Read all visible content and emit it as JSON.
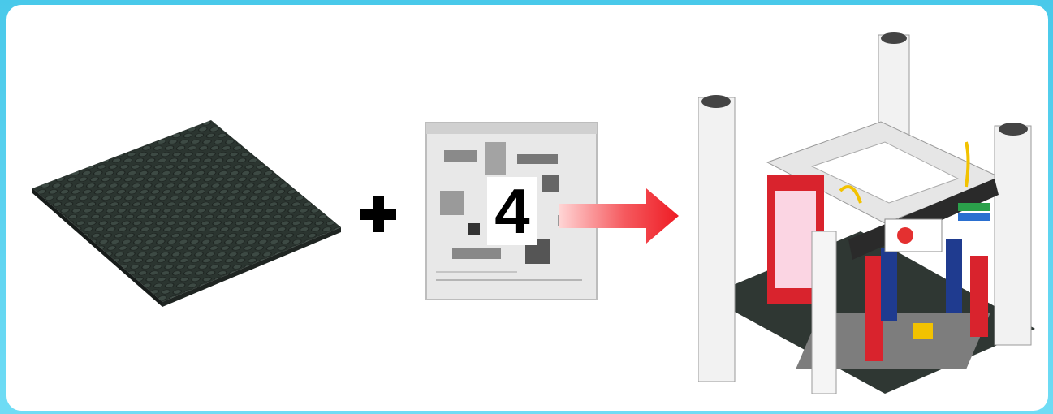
{
  "step": {
    "operator_plus": "+",
    "bag_number": "4"
  },
  "items": {
    "base": "black-baseplate",
    "bag": "parts-bag",
    "result": "car-wash-frame-model"
  },
  "colors": {
    "background": "#5fd3f0",
    "panel": "#ffffff",
    "baseplate": "#2b3530",
    "arrow": "#ee1c24",
    "frame_white": "#f2f2f2",
    "pillar_red": "#d9232d"
  }
}
